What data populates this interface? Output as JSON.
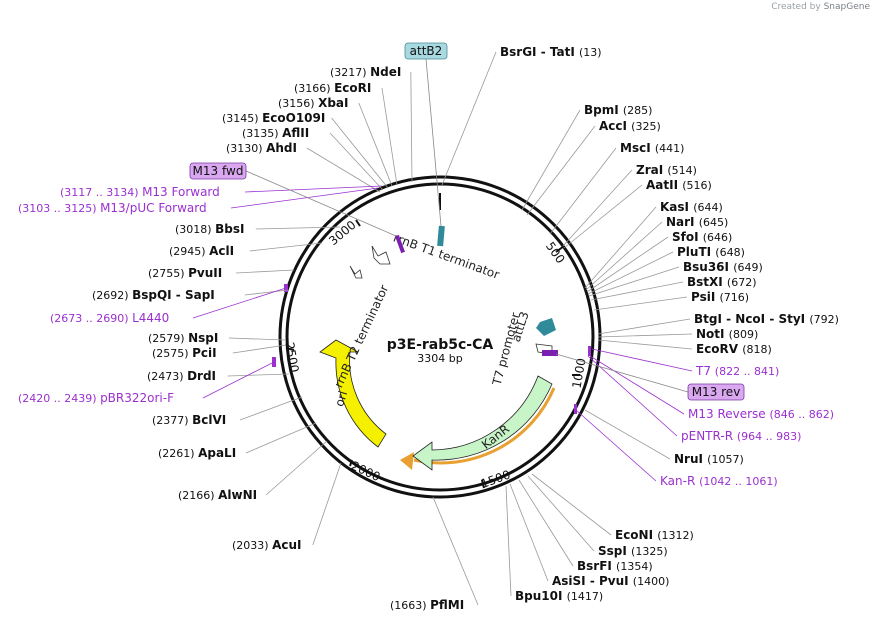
{
  "credit": {
    "prefix": "Created by",
    "brand": "SnapGene"
  },
  "plasmid": {
    "name": "p3E-rab5c-CA",
    "size_label": "3304 bp",
    "length": 3304
  },
  "ticks": [
    "500",
    "1000",
    "1500",
    "2000",
    "2500",
    "3000"
  ],
  "sites": [
    {
      "name": "BsrGI",
      "name2": "TatI",
      "pos": "(13)"
    },
    {
      "name": "BpmI",
      "pos": "(285)"
    },
    {
      "name": "AccI",
      "pos": "(325)"
    },
    {
      "name": "MscI",
      "pos": "(441)"
    },
    {
      "name": "ZraI",
      "pos": "(514)"
    },
    {
      "name": "AatII",
      "pos": "(516)"
    },
    {
      "name": "KasI",
      "pos": "(644)"
    },
    {
      "name": "NarI",
      "pos": "(645)"
    },
    {
      "name": "SfoI",
      "pos": "(646)"
    },
    {
      "name": "PluTI",
      "pos": "(648)"
    },
    {
      "name": "Bsu36I",
      "pos": "(649)"
    },
    {
      "name": "BstXI",
      "pos": "(672)"
    },
    {
      "name": "PsiI",
      "pos": "(716)"
    },
    {
      "name": "BtgI",
      "name2": "NcoI",
      "name3": "StyI",
      "pos": "(792)"
    },
    {
      "name": "NotI",
      "pos": "(809)"
    },
    {
      "name": "EcoRV",
      "pos": "(818)"
    },
    {
      "name": "NruI",
      "pos": "(1057)"
    },
    {
      "name": "EcoNI",
      "pos": "(1312)"
    },
    {
      "name": "SspI",
      "pos": "(1325)"
    },
    {
      "name": "BsrFI",
      "pos": "(1354)"
    },
    {
      "name": "AsiSI",
      "name2": "PvuI",
      "pos": "(1400)"
    },
    {
      "name": "Bpu10I",
      "pos": "(1417)"
    },
    {
      "name": "PflMI",
      "pos": "(1663)"
    },
    {
      "name": "AcuI",
      "pos": "(2033)"
    },
    {
      "name": "AlwNI",
      "pos": "(2166)"
    },
    {
      "name": "ApaLI",
      "pos": "(2261)"
    },
    {
      "name": "BclVI",
      "pos": "(2377)"
    },
    {
      "name": "DrdI",
      "pos": "(2473)"
    },
    {
      "name": "PciI",
      "pos": "(2575)"
    },
    {
      "name": "NspI",
      "pos": "(2579)"
    },
    {
      "name": "BspQI",
      "name2": "SapI",
      "pos": "(2692)"
    },
    {
      "name": "PvuII",
      "pos": "(2755)"
    },
    {
      "name": "AclI",
      "pos": "(2945)"
    },
    {
      "name": "BbsI",
      "pos": "(3018)"
    },
    {
      "name": "AhdI",
      "pos": "(3130)"
    },
    {
      "name": "AflII",
      "pos": "(3135)"
    },
    {
      "name": "EcoO109I",
      "pos": "(3145)"
    },
    {
      "name": "XbaI",
      "pos": "(3156)"
    },
    {
      "name": "EcoRI",
      "pos": "(3166)"
    },
    {
      "name": "NdeI",
      "pos": "(3217)"
    }
  ],
  "primers": [
    {
      "name": "T7",
      "range": "(822 .. 841)"
    },
    {
      "name": "M13 Reverse",
      "range": "(846 .. 862)"
    },
    {
      "name": "pENTR-R",
      "range": "(964 .. 983)"
    },
    {
      "name": "Kan-R",
      "range": "(1042 .. 1061)"
    },
    {
      "name": "pBR322ori-F",
      "range": "(2420 .. 2439)"
    },
    {
      "name": "L4440",
      "range": "(2673 .. 2690)"
    },
    {
      "name": "M13/pUC Forward",
      "range": "(3103 .. 3125)"
    },
    {
      "name": "M13 Forward",
      "range": "(3117 .. 3134)"
    }
  ],
  "boxed_labels": [
    "attB2",
    "M13 rev",
    "M13 fwd"
  ],
  "features": [
    "rrnB T1 terminator",
    "rrnB T2 terminator",
    "attL3",
    "T7 promoter",
    "KanR",
    "ori"
  ],
  "colors": {
    "primer": "#9b30d0",
    "kanr": "#c8f5c8",
    "ori": "#f5f000",
    "backbone": "#111111",
    "boxed_fill": "#d9a8f0",
    "attb2_fill": "#a8d8e0",
    "attl3": "#2f8a9a"
  }
}
